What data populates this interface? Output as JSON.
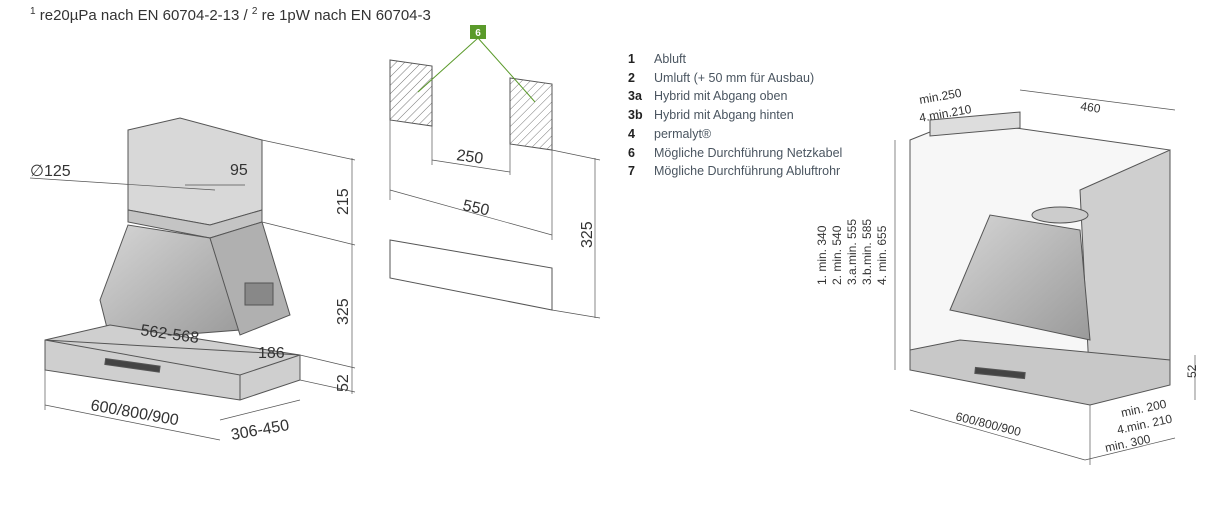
{
  "footnote": {
    "sup1": "1",
    "text1": " re20µPa nach EN 60704-2-13  /  ",
    "sup2": "2",
    "text2": " re 1pW nach EN 60704-3"
  },
  "legend": [
    {
      "num": "1",
      "label": "Abluft"
    },
    {
      "num": "2",
      "label": "Umluft (+ 50 mm für Ausbau)"
    },
    {
      "num": "3a",
      "label": "Hybrid mit Abgang oben"
    },
    {
      "num": "3b",
      "label": "Hybrid mit Abgang hinten"
    },
    {
      "num": "4",
      "label": "permalyt®"
    },
    {
      "num": "6",
      "label": "Mögliche Durchführung Netzkabel"
    },
    {
      "num": "7",
      "label": "Mögliche Durchführung Abluftrohr"
    }
  ],
  "hood_drawing": {
    "diameter": "∅125",
    "d95": "95",
    "d215": "215",
    "d325": "325",
    "width_inner": "562-568",
    "d186": "186",
    "d52": "52",
    "width": "600/800/900",
    "depth": "306-450"
  },
  "cutout_drawing": {
    "marker": "6",
    "d250": "250",
    "d550": "550",
    "d325": "325"
  },
  "niche_drawing": {
    "min250": "min.250",
    "min210": "4.min.210",
    "d460": "460",
    "heights": [
      "1.  min. 340",
      "2.  min. 540",
      "3.a.min. 555",
      "3.b.min. 585",
      "4.  min. 655"
    ],
    "width": "600/800/900",
    "d52": "52",
    "min200": "min. 200",
    "min210b": "4.min. 210",
    "min300": "min. 300"
  },
  "colors": {
    "marker": "#5a9a2a",
    "line": "#555555"
  }
}
